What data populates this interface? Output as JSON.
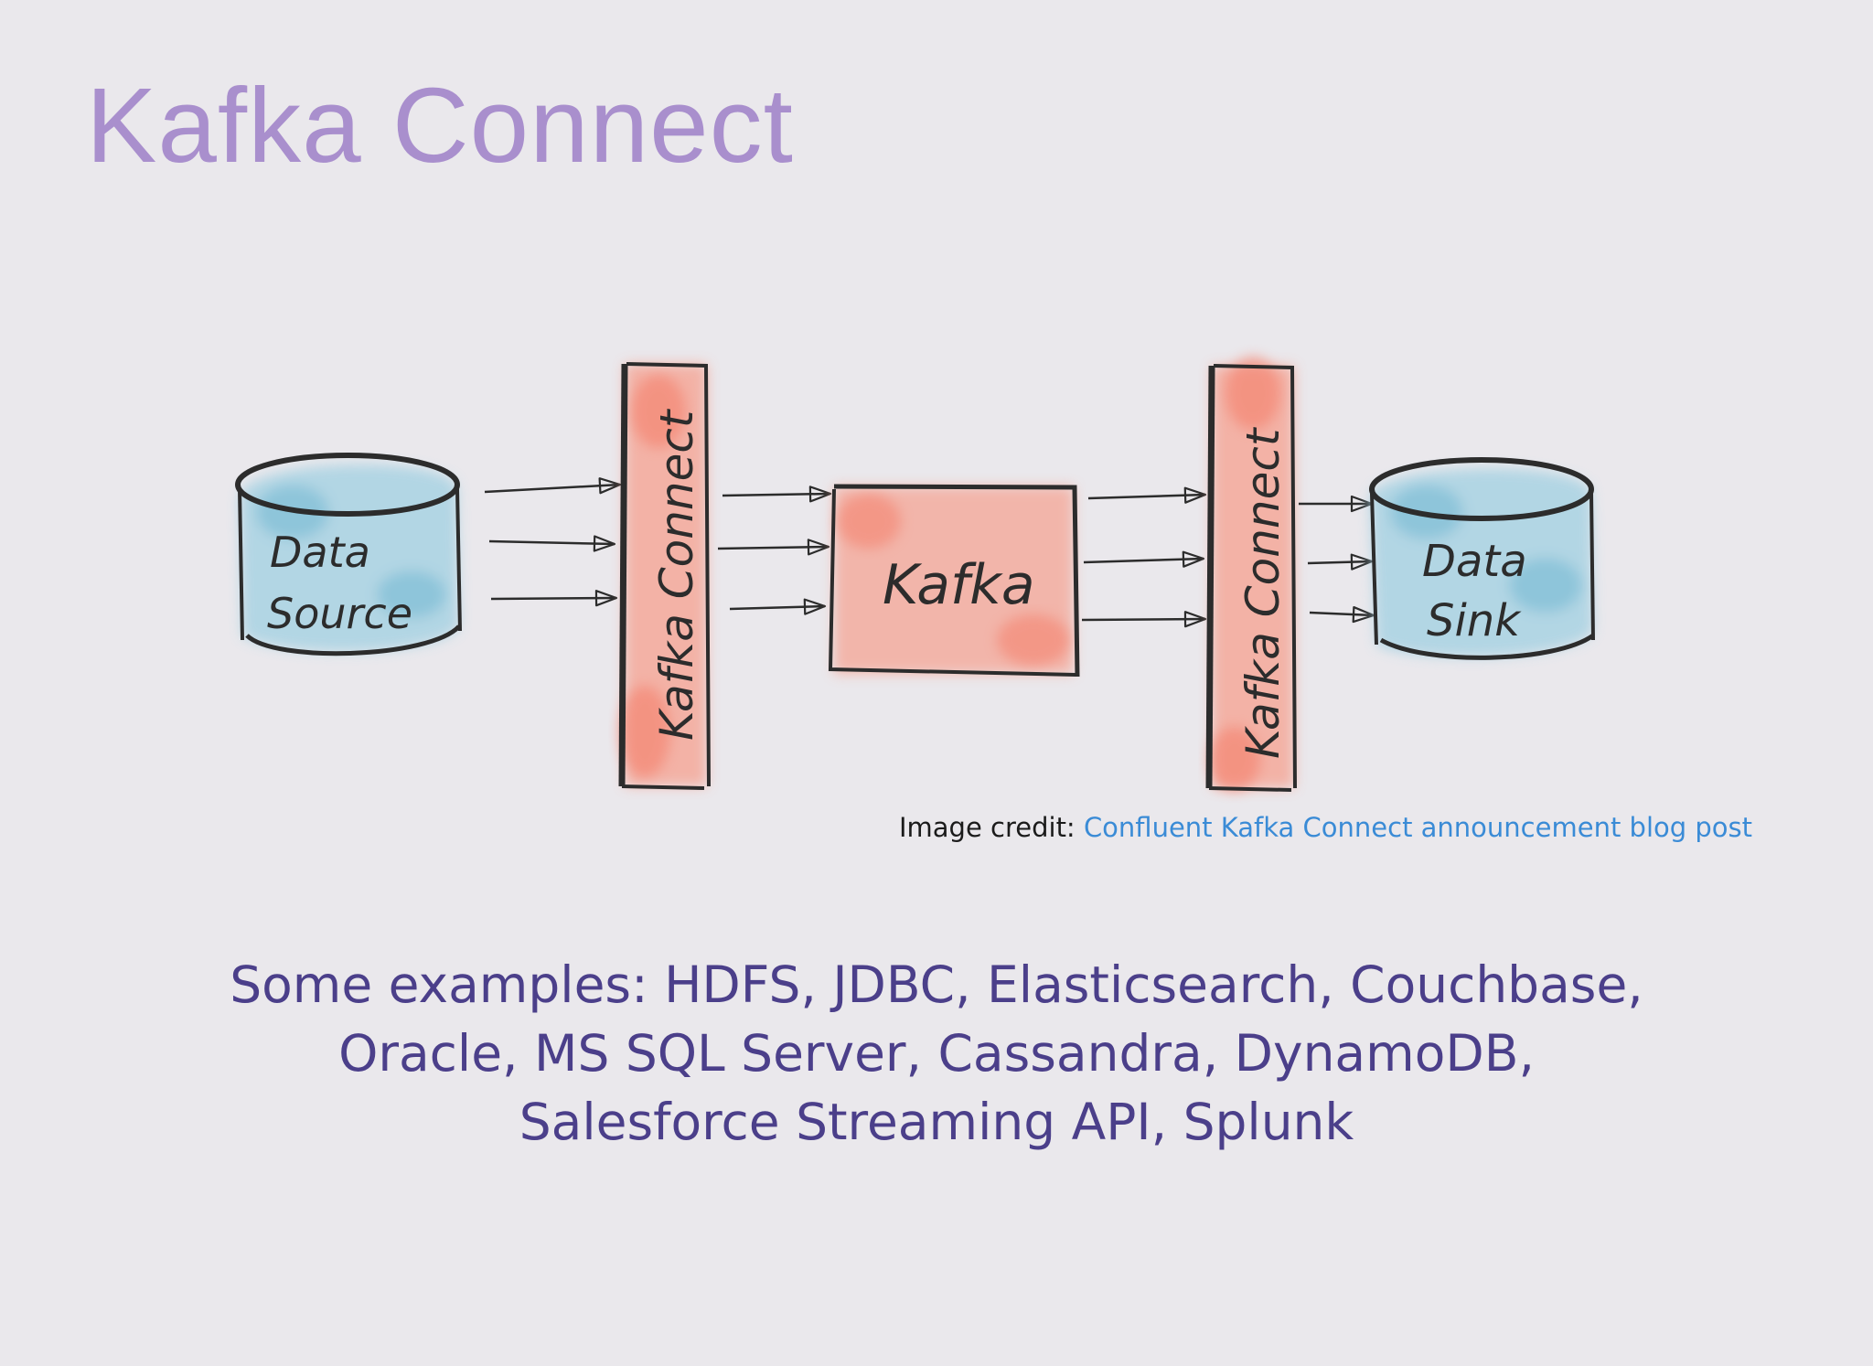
{
  "slide": {
    "title": "Kafka Connect"
  },
  "diagram": {
    "source_label_line1": "Data",
    "source_label_line2": "Source",
    "connect_left_label": "Kafka Connect",
    "kafka_label": "Kafka",
    "connect_right_label": "Kafka Connect",
    "sink_label_line1": "Data",
    "sink_label_line2": "Sink",
    "colors": {
      "database_fill": "#a9d3e3",
      "kafka_fill": "#f6a08f",
      "stroke": "#2c2c2c"
    }
  },
  "credit": {
    "prefix": "Image credit: ",
    "link_text": "Confluent Kafka Connect announcement blog post"
  },
  "examples": {
    "line1": "Some examples: HDFS, JDBC, Elasticsearch, Couchbase,",
    "line2": "Oracle, MS SQL Server, Cassandra, DynamoDB,",
    "line3": "Salesforce Streaming API, Splunk"
  }
}
